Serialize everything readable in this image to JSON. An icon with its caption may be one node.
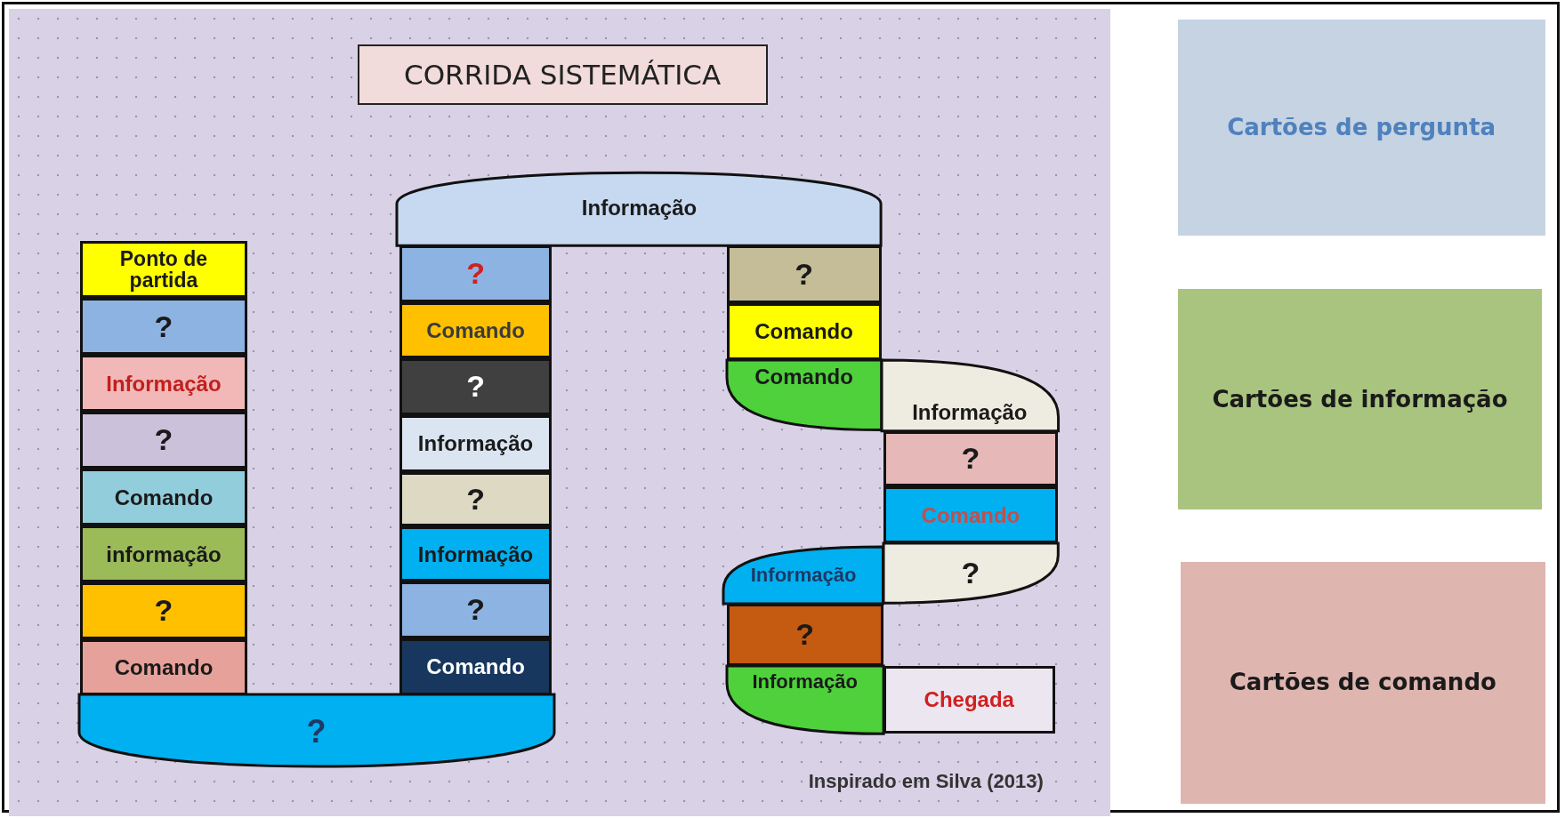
{
  "diagram": {
    "nodes": [
      {
        "text": [
          "CORRIDA SISTEMÁTICA"
        ]
      },
      {
        "text": [
          "Ponto de partida"
        ]
      },
      {
        "text": [
          "?"
        ]
      },
      {
        "text": [
          "Informação"
        ]
      },
      {
        "text": [
          "?"
        ]
      },
      {
        "text": [
          "Comando"
        ]
      },
      {
        "text": [
          "informação"
        ]
      },
      {
        "text": [
          "?"
        ]
      },
      {
        "text": [
          "Comando"
        ]
      },
      {
        "text": [
          "?"
        ]
      },
      {
        "text": [
          "Comando"
        ]
      },
      {
        "text": [
          "?"
        ]
      },
      {
        "text": [
          "Informação"
        ]
      },
      {
        "text": [
          "?"
        ]
      },
      {
        "text": [
          "Informação"
        ]
      },
      {
        "text": [
          "?"
        ]
      },
      {
        "text": [
          "Comando"
        ]
      },
      {
        "text": [
          "?"
        ]
      },
      {
        "text": [
          "Informação"
        ]
      },
      {
        "text": [
          "?"
        ]
      },
      {
        "text": [
          "Comando"
        ]
      },
      {
        "text": [
          "Comando"
        ]
      },
      {
        "text": [
          "Informação"
        ]
      },
      {
        "text": [
          "?"
        ]
      },
      {
        "text": [
          "Comando"
        ]
      },
      {
        "text": [
          "?"
        ]
      },
      {
        "text": [
          "Informação"
        ]
      },
      {
        "text": [
          "?"
        ]
      },
      {
        "text": [
          "Informação"
        ]
      },
      {
        "text": [
          "Chegada"
        ]
      },
      {
        "text": [
          "Cartões de pergunta"
        ]
      },
      {
        "text": [
          "Cartões de informação"
        ]
      },
      {
        "text": [
          "Cartões de comando"
        ]
      }
    ],
    "labels": [
      "Inspirado em Silva (2013)"
    ]
  }
}
